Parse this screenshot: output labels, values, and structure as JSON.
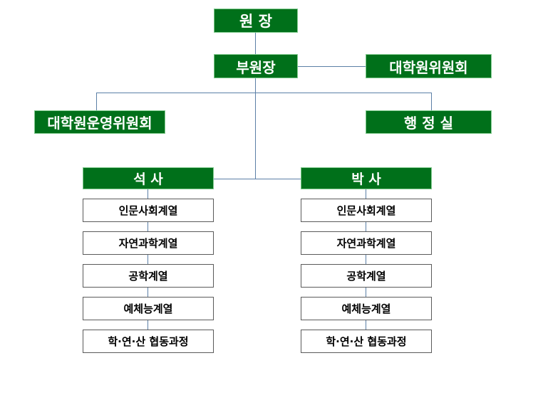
{
  "chart": {
    "type": "organization-chart",
    "title_present": false,
    "colors": {
      "node_green_fill": "#00701a",
      "node_green_border": "#7fc98d",
      "node_green_text": "#ffffff",
      "node_white_fill": "#ffffff",
      "node_white_border": "#5a5a5a",
      "node_white_text": "#000000",
      "connector_line": "#5b7fa6",
      "background": "#ffffff"
    },
    "nodes": {
      "director": {
        "label": "원  장"
      },
      "vice_director": {
        "label": "부원장"
      },
      "graduate_committee": {
        "label": "대학원위원회"
      },
      "steering_committee": {
        "label": "대학원운영위원회"
      },
      "admin_office": {
        "label": "행 정 실"
      },
      "masters": {
        "label": "석  사"
      },
      "doctoral": {
        "label": "박  사"
      }
    },
    "masters_programs": [
      "인문사회계열",
      "자연과학계열",
      "공학계열",
      "예체능계열",
      "학·연·산 협동과정"
    ],
    "doctoral_programs": [
      "인문사회계열",
      "자연과학계열",
      "공학계열",
      "예체능계열",
      "학·연·산 협동과정"
    ]
  }
}
